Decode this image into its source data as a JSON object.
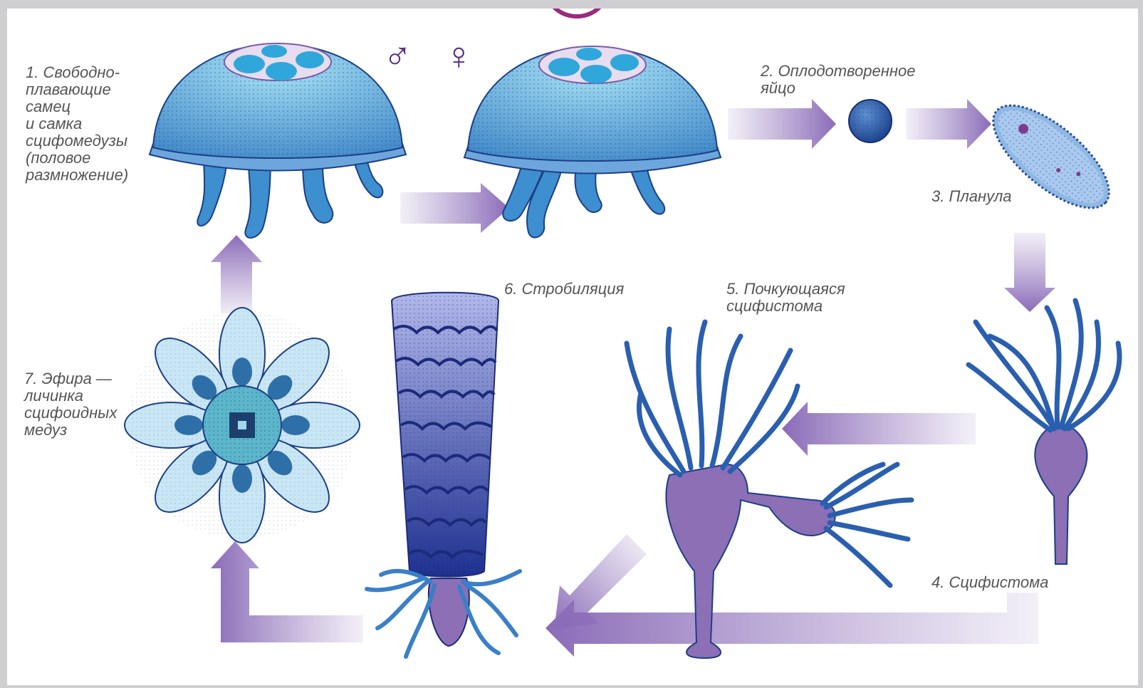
{
  "labels": {
    "stage1": "1. Свободно-\nплавающие\nсамец\nи самка\nсцифомедузы\n(половое\nразмножение)",
    "stage2": "2. Оплодотворенное\nяйцо",
    "stage3": "3. Планула",
    "stage4": "4. Сцифистома",
    "stage5": "5. Почкующаяся\nсцифистома",
    "stage6": "6. Стробиляция",
    "stage7": "7. Эфира —\nличинка\nсцифоидных\nмедуз"
  },
  "symbols": {
    "male": "♂",
    "female": "♀"
  },
  "colors": {
    "arrow": "#9b82c2",
    "jelly_light": "#8fd3ec",
    "jelly_dark": "#1f5aa8",
    "polyp": "#8c6fb5",
    "accent": "#9b2a7f"
  }
}
